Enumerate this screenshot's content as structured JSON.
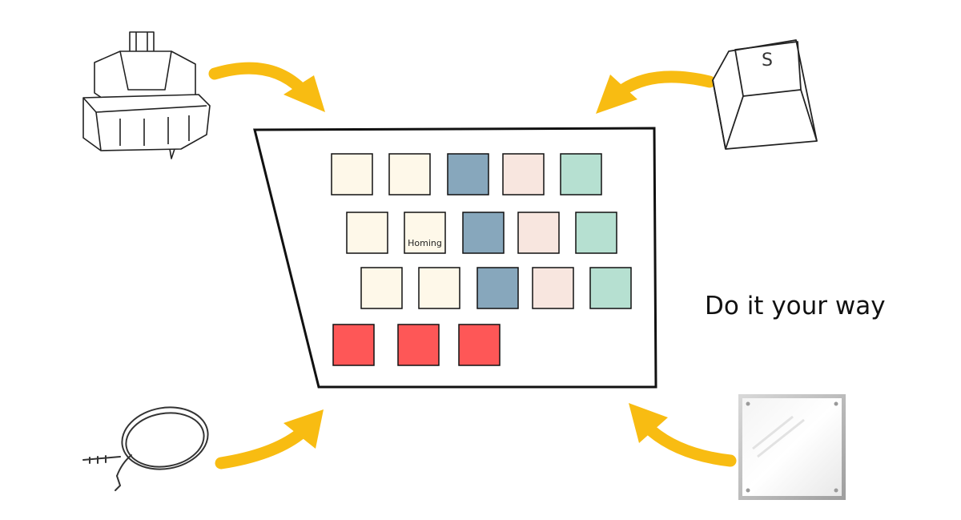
{
  "tagline": "Do it your way",
  "keycap_legend": "S",
  "key_label": "Homing",
  "colors": {
    "cream": "#fef8e9",
    "blue": "#87a7bc",
    "pink": "#f8e6df",
    "mint": "#b6e0d1",
    "red": "#fe5757",
    "arrow": "#f8bc12",
    "outline": "#111111"
  },
  "keyboard": {
    "rows": [
      [
        "cream",
        "cream",
        "blue",
        "pink",
        "mint"
      ],
      [
        "cream",
        "cream",
        "blue",
        "pink",
        "mint"
      ],
      [
        "cream",
        "cream",
        "blue",
        "pink",
        "mint"
      ],
      [
        "red",
        "red",
        "red"
      ]
    ],
    "homing_key": {
      "row": 1,
      "col": 1
    }
  },
  "components": [
    "switch-icon",
    "keycap-icon",
    "cable-icon",
    "plate-icon"
  ]
}
